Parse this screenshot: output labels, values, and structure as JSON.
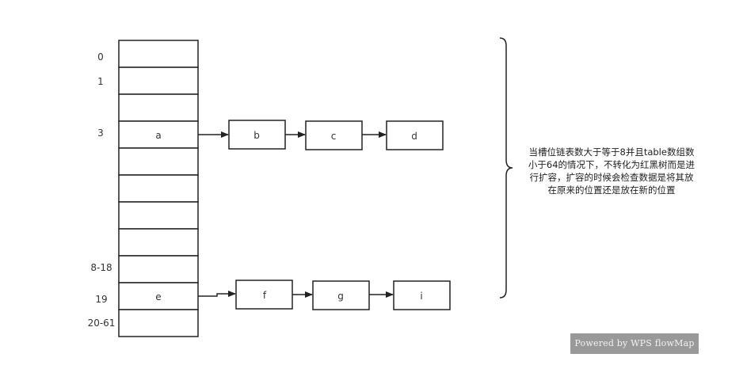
{
  "table": {
    "index_labels": [
      "0",
      "1",
      "3",
      "8-18",
      "19",
      "20-61"
    ],
    "cells": [
      "",
      "",
      "",
      "a",
      "",
      "",
      "",
      "",
      "",
      "e",
      ""
    ]
  },
  "chains": {
    "row3": [
      "b",
      "c",
      "d"
    ],
    "row19": [
      "f",
      "g",
      "i"
    ]
  },
  "note": "当槽位链表数大于等于8并且table数组数小于64的情况下，不转化为红黑树而是进行扩容，扩容的时候会检查数据是将其放在原来的位置还是放在新的位置",
  "watermark": "Powered by WPS flowMap",
  "colors": {
    "stroke": "#222222",
    "text": "#333333",
    "watermark_bg": "#999999"
  }
}
